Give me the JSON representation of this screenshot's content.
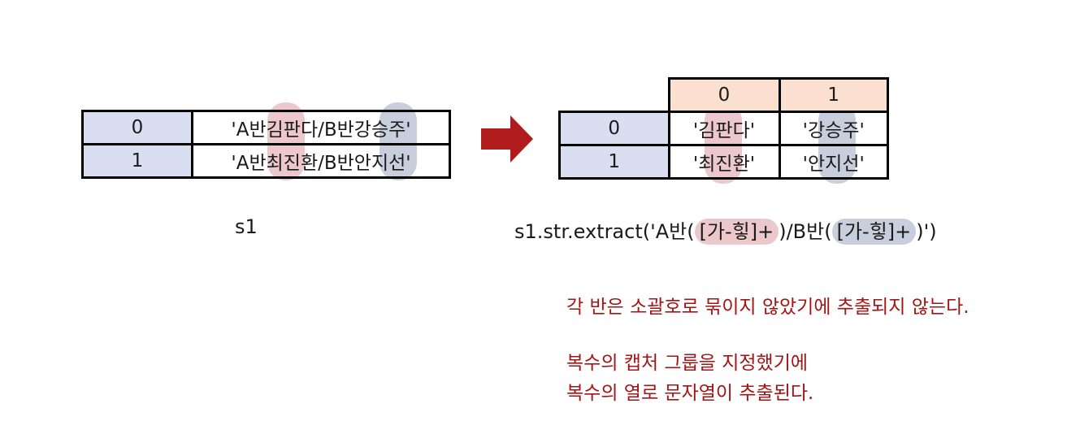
{
  "left_table": {
    "rows": [
      {
        "index": "0",
        "value": "'A반김판다/B반강승주'"
      },
      {
        "index": "1",
        "value": "'A반최진환/B반안지선'"
      }
    ]
  },
  "left_label": "s1",
  "right_table": {
    "headers": [
      "0",
      "1"
    ],
    "rows": [
      {
        "index": "0",
        "c0": "'김판다'",
        "c1": "'강승주'"
      },
      {
        "index": "1",
        "c0": "'최진환'",
        "c1": "'안지선'"
      }
    ]
  },
  "code": {
    "prefix": "s1.str.extract('A반(",
    "group1": "[가-힣]+",
    "middle": ")/B반(",
    "group2": "[가-힣]+",
    "suffix": ")')"
  },
  "notes": {
    "line1": "각 반은 소괄호로 묶이지 않았기에 추출되지 않는다.",
    "line2": "복수의 캡처 그룹을 지정했기에",
    "line3": "복수의 열로 문자열이 추출된다."
  },
  "colors": {
    "index_fill": "#d9dff0",
    "header_fill": "#fbdfcf",
    "highlight_red": "#ecc7cb",
    "highlight_blue": "#c9cedd",
    "arrow": "#b01c1c",
    "note_text": "#a31515"
  }
}
